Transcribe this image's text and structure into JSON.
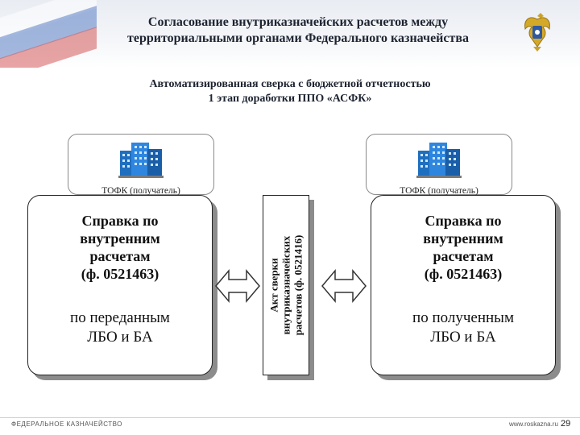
{
  "header": {
    "title": "Согласование внутриказначейских расчетов между территориальными органами Федерального казначейства",
    "subtitle": "Автоматизированная сверка с бюджетной отчетностью\n1 этап доработки ППО «АСФК»"
  },
  "left": {
    "tofk_label": "ТОФК (получатель)",
    "report_title": "Справка по\nвнутренним\nрасчетам\n(ф. 0521463)",
    "report_desc": "по переданным\nЛБО и БА"
  },
  "middle": {
    "act_text": "Акт сверки\nвнутриказначейских\nрасчетов (ф. 0521416)"
  },
  "right": {
    "tofk_label": "ТОФК (получатель)",
    "report_title": "Справка по\nвнутренним\nрасчетам\n(ф. 0521463)",
    "report_desc": "по полученным\nЛБО и БА"
  },
  "footer": {
    "org": "ФЕДЕРАЛЬНОЕ КАЗНАЧЕЙСТВО",
    "site": "www.roskazna.ru",
    "page": "29"
  },
  "icons": {
    "emblem": "double-headed-eagle-emblem-icon",
    "building": "office-building-icon",
    "arrow": "double-headed-arrow-icon"
  }
}
